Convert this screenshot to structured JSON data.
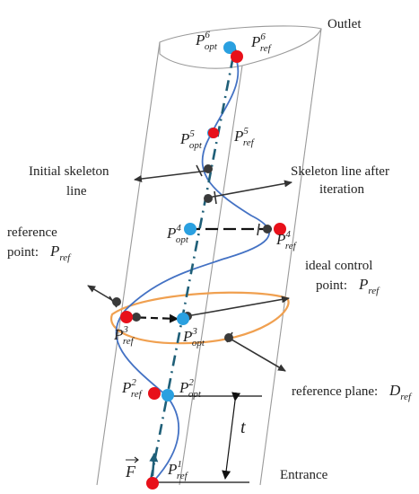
{
  "labels": {
    "outlet": "Outlet",
    "entrance": "Entrance",
    "initial_skeleton_line1": "Initial skeleton",
    "initial_skeleton_line2": "line",
    "skeleton_after_line1": "Skeleton line after",
    "skeleton_after_line2": "iteration",
    "reference_point_line1": "reference",
    "reference_point_line2": "point:",
    "ideal_control_line1": "ideal control",
    "ideal_control_line2": "point:",
    "reference_plane": "reference plane:"
  },
  "symbols": {
    "P": "P",
    "D": "D",
    "t": "t",
    "F": "F",
    "opt": "opt",
    "ref": "ref",
    "sup1": "1",
    "sup2": "2",
    "sup3": "3",
    "sup4": "4",
    "sup5": "5",
    "sup6": "6"
  },
  "colors": {
    "cylinder": "#9a9a9a",
    "blade_curve": "#4472c4",
    "skeleton": "#1f5f78",
    "ref_point": "#e8101a",
    "opt_point": "#2aa0e0",
    "control_node": "#3a3a3a",
    "plane_ellipse": "#f0a050",
    "arrow": "#333333"
  }
}
